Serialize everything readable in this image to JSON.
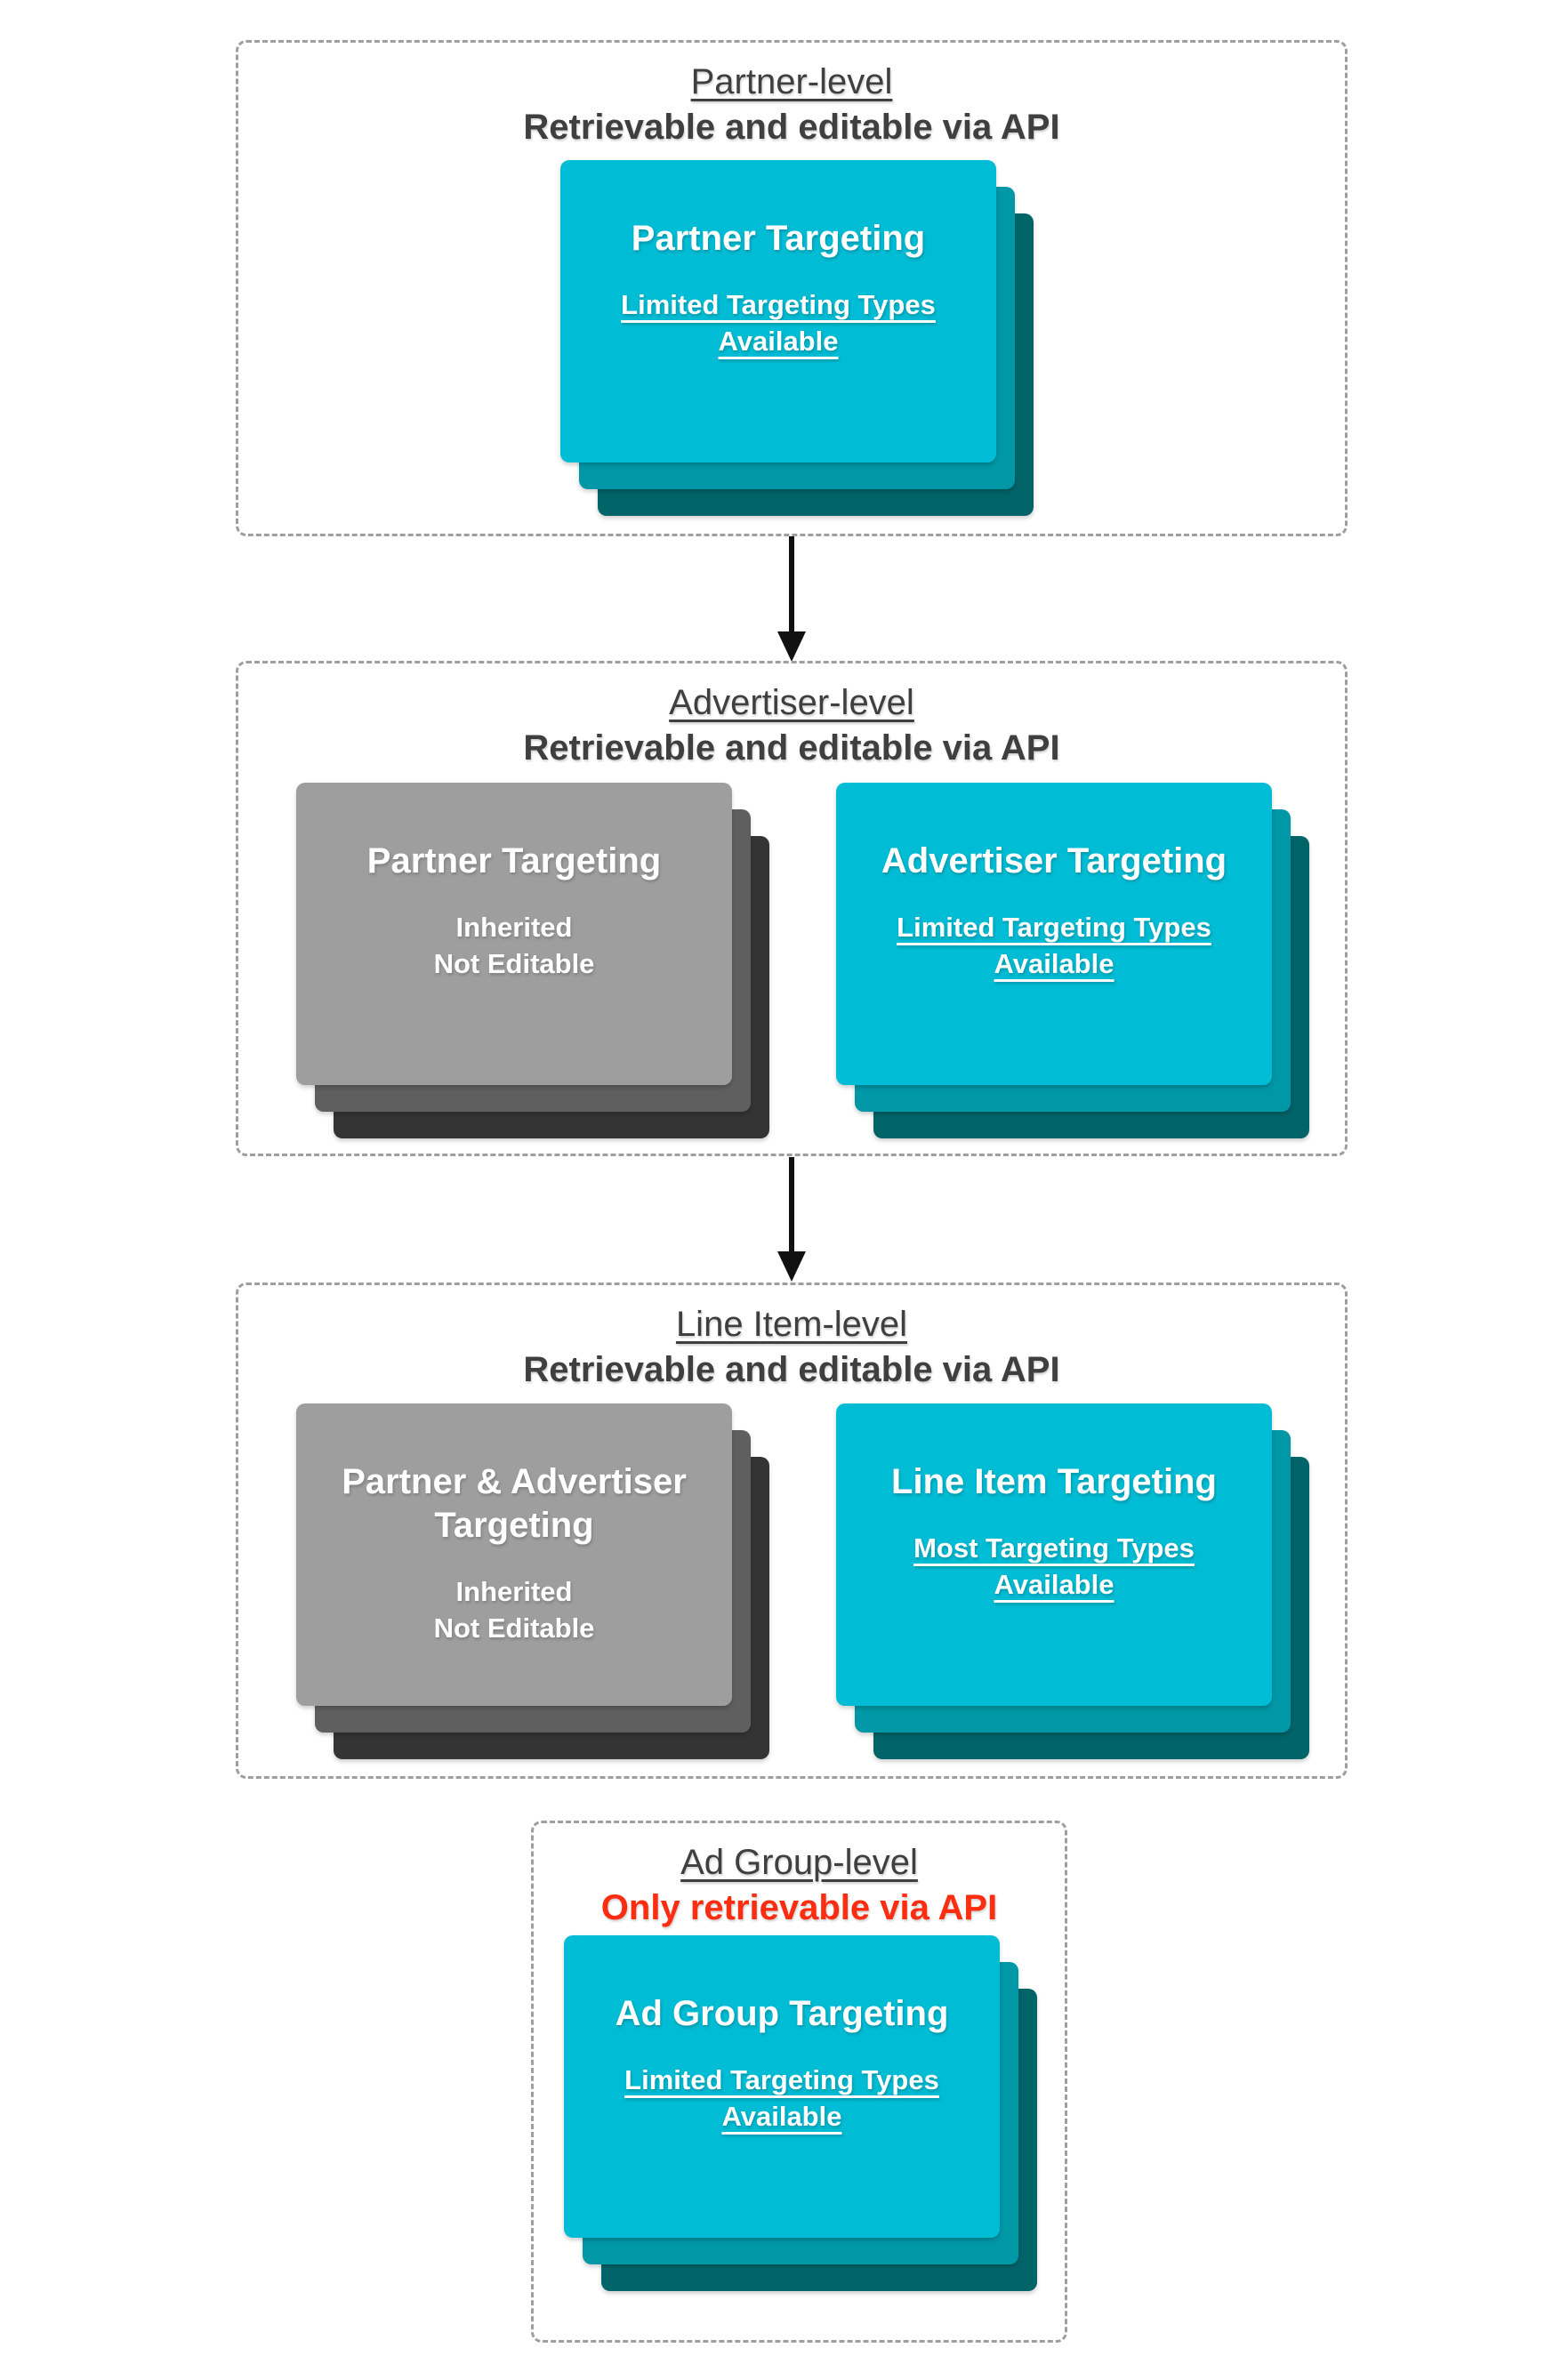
{
  "colors": {
    "teal_card_front": "#00bcd4",
    "teal_card_middle": "#0097a7",
    "teal_card_back": "#006468",
    "gray_card_front": "#9e9e9e",
    "gray_card_middle": "#5f5f5f",
    "gray_card_back": "#343434",
    "heading_text": "#3f3f3f",
    "red_text": "#fc2d10",
    "dashed_border": "#9e9e9e",
    "card_text": "#ffffff",
    "arrow": "#111111"
  },
  "sections": [
    {
      "title": "Partner-level",
      "subtitle": "Retrievable and editable via API",
      "subtitle_style": "default",
      "cards": [
        {
          "variant": "teal",
          "title": "Partner Targeting",
          "body": "Limited Targeting Types Available",
          "body_underlined": true
        }
      ]
    },
    {
      "title": "Advertiser-level",
      "subtitle": "Retrievable and editable via API",
      "subtitle_style": "default",
      "cards": [
        {
          "variant": "gray",
          "title": "Partner Targeting",
          "body": "Inherited\nNot Editable",
          "body_underlined": false
        },
        {
          "variant": "teal",
          "title": "Advertiser Targeting",
          "body": "Limited Targeting Types Available",
          "body_underlined": true
        }
      ]
    },
    {
      "title": "Line Item-level",
      "subtitle": "Retrievable and editable via API",
      "subtitle_style": "default",
      "cards": [
        {
          "variant": "gray",
          "title": "Partner & Advertiser Targeting",
          "body": "Inherited\nNot Editable",
          "body_underlined": false
        },
        {
          "variant": "teal",
          "title": "Line Item Targeting",
          "body": "Most Targeting Types Available",
          "body_underlined": true
        }
      ]
    },
    {
      "title": "Ad Group-level",
      "subtitle": "Only retrievable via API",
      "subtitle_style": "red",
      "cards": [
        {
          "variant": "teal",
          "title": "Ad Group Targeting",
          "body": "Limited Targeting Types Available",
          "body_underlined": true
        }
      ]
    }
  ]
}
